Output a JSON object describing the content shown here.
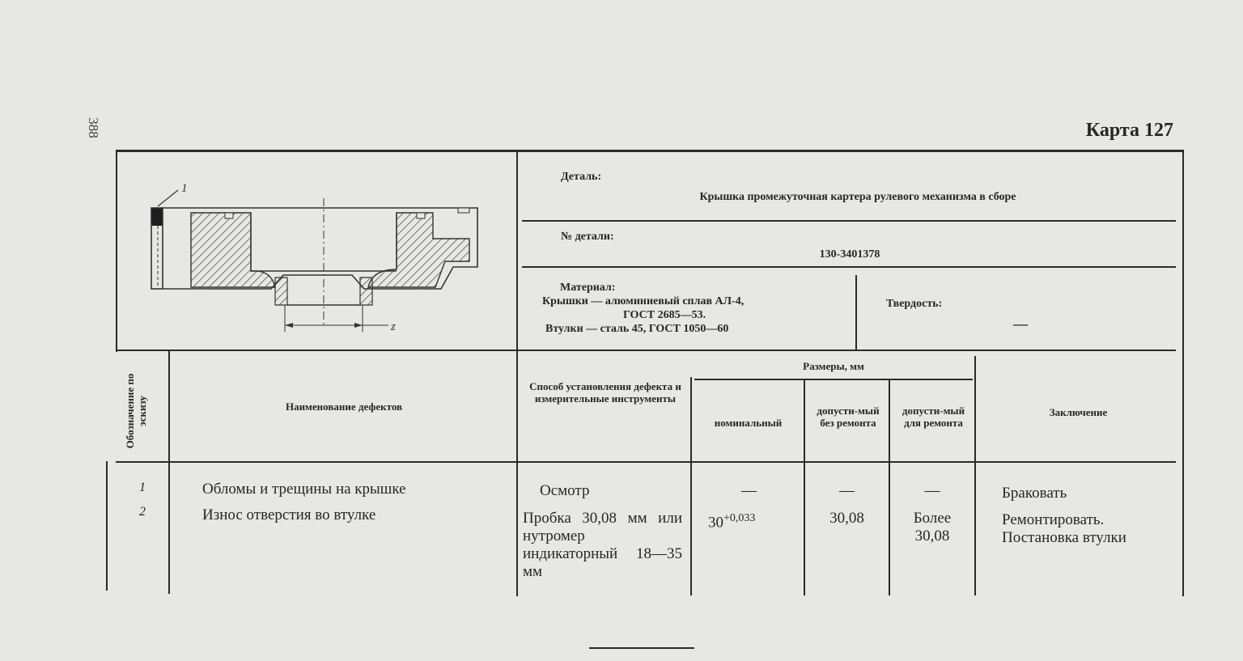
{
  "page_number": "388",
  "card": {
    "title": "Карта 127"
  },
  "sketch": {
    "label_1": "1",
    "label_z": "z"
  },
  "detail": {
    "label": "Деталь:",
    "name": "Крышка промежуточная картера рулевого механизма в сборе"
  },
  "part_number": {
    "label": "№ детали:",
    "value": "130-3401378"
  },
  "material": {
    "label": "Материал:",
    "lines": [
      "Крышки — алюминиевый сплав АЛ-4,",
      "ГОСТ 2685—53.",
      "Втулки — сталь 45, ГОСТ 1050—60"
    ]
  },
  "hardness": {
    "label": "Твердость:",
    "value": "—"
  },
  "table_headers": {
    "designation": "Обозначение по эскизу",
    "defect_name": "Наименование дефектов",
    "method": "Способ установления дефекта и измерительные инструменты",
    "sizes_group": "Размеры, мм",
    "nominal": "номинальный",
    "allowed_without_repair": "допусти-мый без ремонта",
    "allowed_for_repair": "допусти-мый для ремонта",
    "conclusion": "Заключение"
  },
  "rows": [
    {
      "num": "1",
      "defect": "Обломы и трещины на крышке",
      "method": "Осмотр",
      "nominal": "—",
      "without_repair": "—",
      "for_repair": "—",
      "conclusion": "Браковать"
    },
    {
      "num": "2",
      "defect": "Износ отверстия во втулке",
      "method": "Пробка 30,08 мм или нутромер индикаторный 18—35 мм",
      "nominal": "30",
      "nominal_sup": "+0,033",
      "without_repair": "30,08",
      "for_repair": "Более 30,08",
      "conclusion": "Ремонтировать. Постановка втулки"
    }
  ]
}
